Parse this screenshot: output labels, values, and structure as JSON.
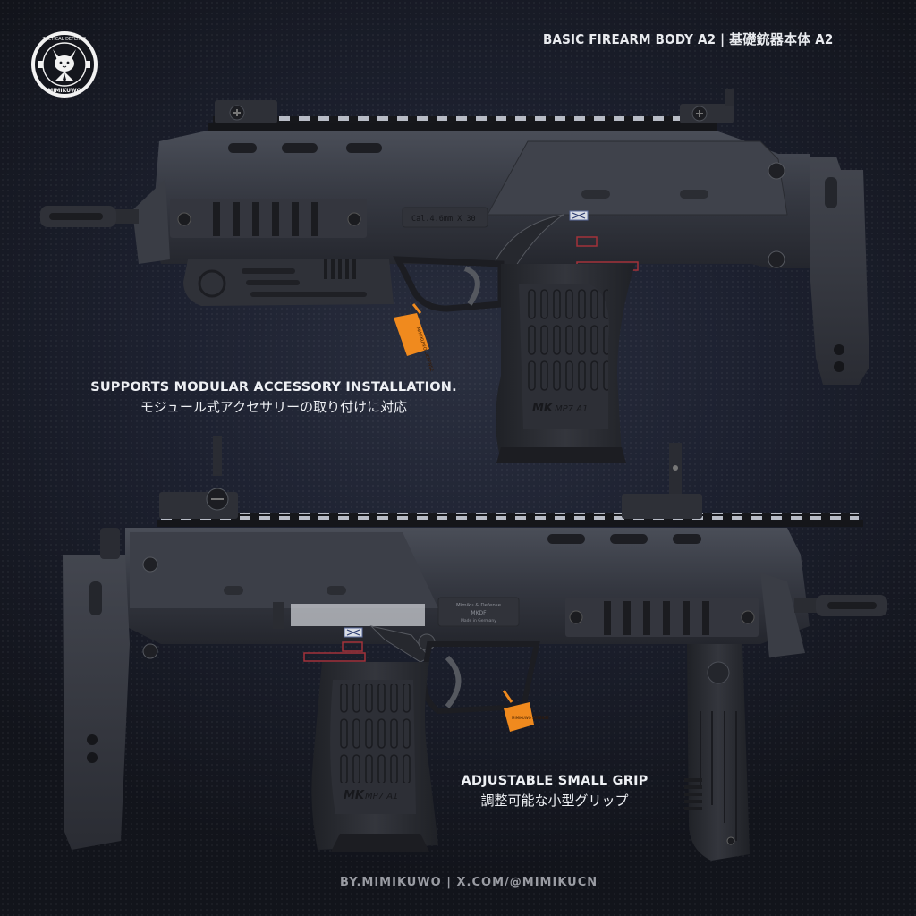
{
  "header": {
    "title": "BASIC FIREARM BODY A2 | 基礎銃器本体 A2"
  },
  "logo": {
    "icon": "fox-mascot-badge-icon",
    "ring_text_top": "TACTICAL DEFENSE",
    "ring_text_bottom": "MIMIKUWO"
  },
  "features": [
    {
      "title_en": "SUPPORTS MODULAR ACCESSORY INSTALLATION.",
      "title_jp": "モジュール式アクセサリーの取り付けに対応"
    },
    {
      "title_en": "ADJUSTABLE SMALL GRIP",
      "title_jp": "調整可能な小型グリップ"
    }
  ],
  "renders": {
    "top": {
      "view": "left-side",
      "receiver_marking": "Cal.4.6mm X 30",
      "grip_marking_logo": "MK",
      "grip_marking_model": "MP7 A1",
      "tag_text": "MIMIKUWO DEFENSE"
    },
    "bottom": {
      "view": "right-side",
      "receiver_marking_line1": "Mimiku & Defense",
      "receiver_marking_line2": "MKDF",
      "receiver_marking_line3": "Made in Germany",
      "grip_marking_logo": "MK",
      "grip_marking_model": "MP7 A1",
      "tag_text": "MIMIKUWO DEFENSE"
    }
  },
  "colors": {
    "background": "#1d2130",
    "gun_body": "#3a3d45",
    "tag_orange": "#f08a1e",
    "marking_red": "#a3323a",
    "text_primary": "#eef0f4",
    "text_muted": "#9a9ca3"
  },
  "footer": {
    "credit": "BY.MIMIKUWO | X.COM/@MIMIKUCN"
  }
}
